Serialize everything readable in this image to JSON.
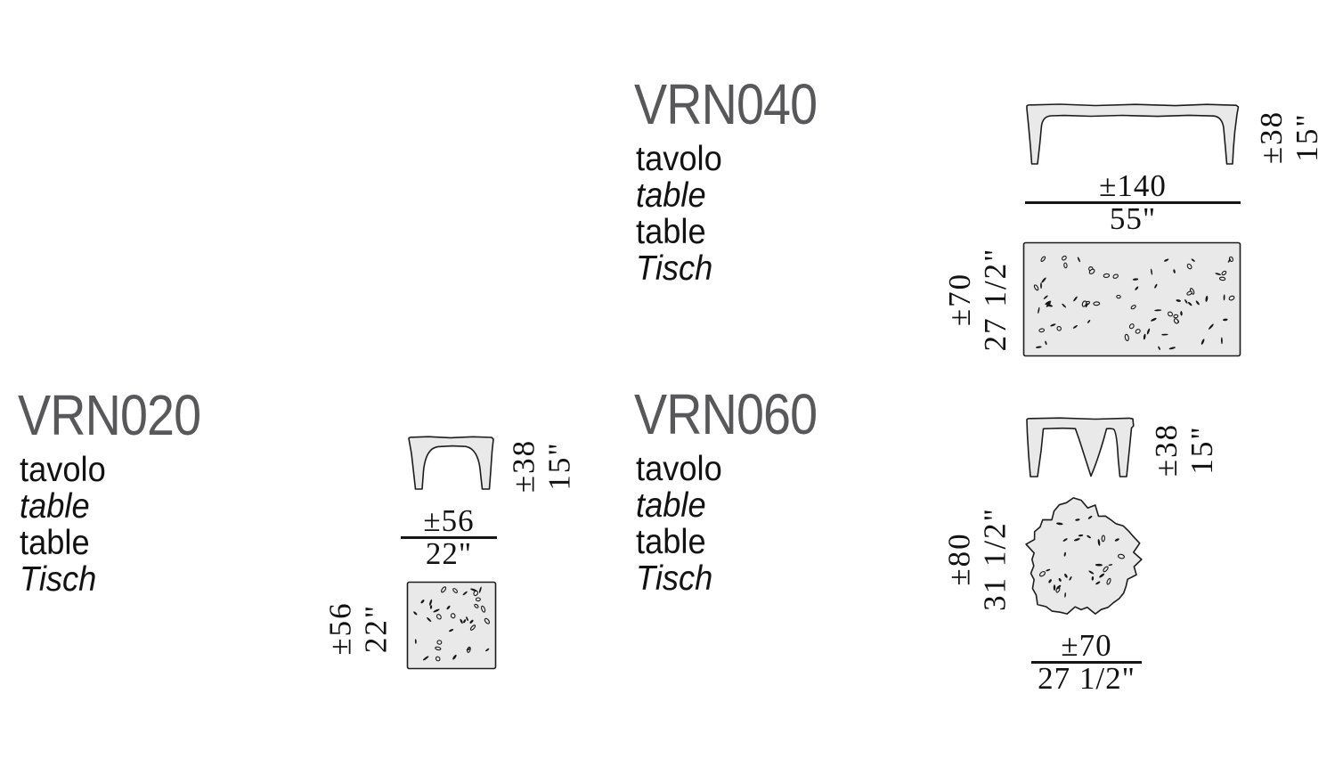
{
  "page": {
    "background": "#ffffff"
  },
  "colors": {
    "title": "#58585a",
    "ink": "#151515",
    "drawing_fill": "#e9e9e9"
  },
  "products": [
    {
      "code": "VRN040",
      "labels": [
        "tavolo",
        "table",
        "table",
        "Tisch"
      ],
      "dimensions": {
        "height": {
          "cm": "±38",
          "inches": "15\""
        },
        "width": {
          "cm": "±140",
          "inches": "55\""
        },
        "depth": {
          "cm": "±70",
          "inches": "27 1/2\""
        }
      }
    },
    {
      "code": "VRN020",
      "labels": [
        "tavolo",
        "table",
        "table",
        "Tisch"
      ],
      "dimensions": {
        "height": {
          "cm": "±38",
          "inches": "15\""
        },
        "width": {
          "cm": "±56",
          "inches": "22\""
        },
        "depth": {
          "cm": "±56",
          "inches": "22\""
        }
      }
    },
    {
      "code": "VRN060",
      "labels": [
        "tavolo",
        "table",
        "table",
        "Tisch"
      ],
      "dimensions": {
        "height": {
          "cm": "±38",
          "inches": "15\""
        },
        "top_depth": {
          "cm": "±80",
          "inches": "31 1/2\""
        },
        "top_width": {
          "cm": "±70",
          "inches": "27 1/2\""
        }
      }
    }
  ]
}
